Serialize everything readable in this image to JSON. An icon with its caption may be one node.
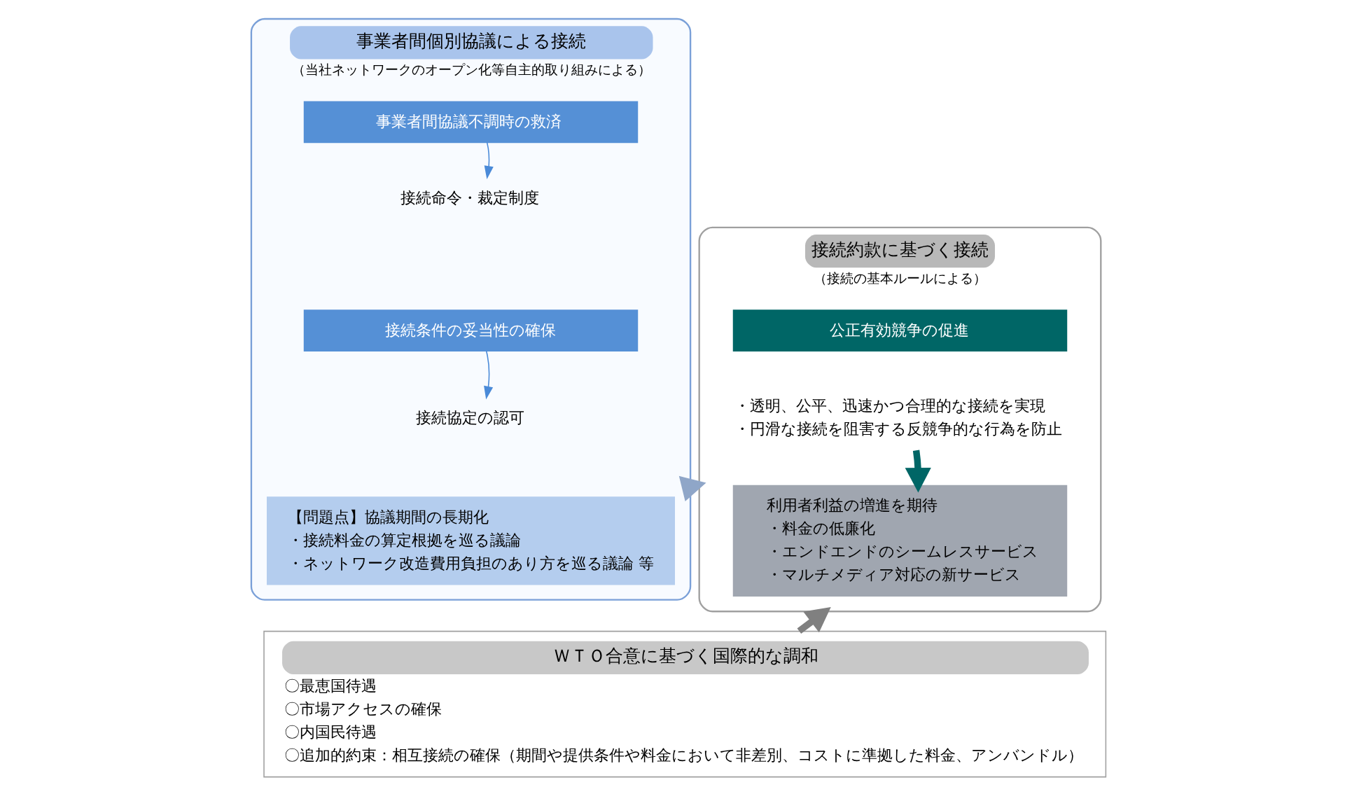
{
  "diagram": {
    "nodes": [
      {
        "text": [
          "事業者間個別協議による接続",
          "（当社ネットワークのオープン化等自主的取り組みによる）"
        ]
      },
      {
        "text": [
          "事業者間協議不調時の救済"
        ],
        "in": 0
      },
      {
        "text": [
          "接続命令・裁定制度"
        ],
        "in": 0
      },
      {
        "text": [
          "接続条件の妥当性の確保"
        ],
        "in": 0
      },
      {
        "text": [
          "接続協定の認可"
        ],
        "in": 0
      },
      {
        "text": [
          "【問題点】協議期間の長期化",
          "・接続料金の算定根拠を巡る議論",
          "・ネットワーク改造費用負担のあり方を巡る議論 等"
        ],
        "in": 0
      },
      {
        "text": [
          "接続約款に基づく接続",
          "（接続の基本ルールによる）"
        ]
      },
      {
        "text": [
          "公正有効競争の促進"
        ],
        "in": 6
      },
      {
        "text": [
          "・透明、公平、迅速かつ合理的な接続を実現",
          "・円滑な接続を阻害する反競争的な行為を防止"
        ],
        "in": 6
      },
      {
        "text": [
          "利用者利益の増進を期待",
          "・料金の低廉化",
          "・エンドエンドのシームレスサービス",
          "・マルチメディア対応の新サービス"
        ],
        "in": 6
      },
      {
        "text": [
          "ＷＴＯ合意に基づく国際的な調和",
          "〇最恵国待遇",
          "〇市場アクセスの確保",
          "〇内国民待遇",
          "〇追加的約束：相互接続の確保（期間や提供条件や料金において非差別、コストに準拠した料金、アンバンドル）"
        ]
      }
    ],
    "edges": [
      {
        "from": 1,
        "to": 2,
        "arrow": "to",
        "color": "#4a8ad8"
      },
      {
        "from": 3,
        "to": 4,
        "arrow": "to",
        "color": "#4a8ad8"
      },
      {
        "from": 8,
        "to": 9,
        "arrow": "to",
        "style": "thick",
        "color": "#006666"
      },
      {
        "from": 0,
        "to": 6,
        "arrow": "to",
        "style": "thick",
        "color": "#8fa6c8"
      },
      {
        "from": 10,
        "to": 6,
        "arrow": "to",
        "style": "thick",
        "color": "#808080"
      }
    ]
  }
}
